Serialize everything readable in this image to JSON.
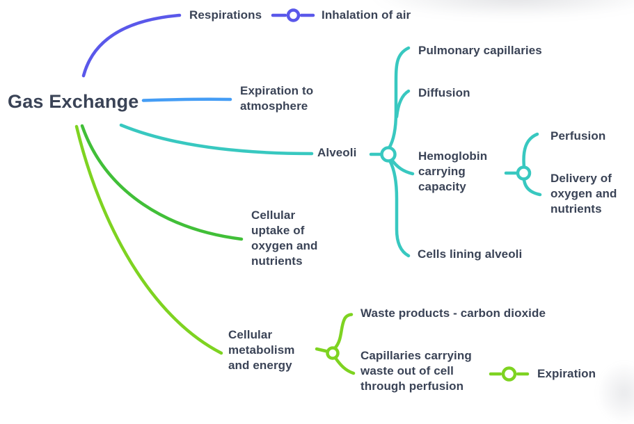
{
  "colors": {
    "text": "#3a4356",
    "background": "#ffffff",
    "purple": "#5a58ea",
    "blue": "#459df5",
    "teal": "#38c8c0",
    "green": "#41bf38",
    "lime": "#7ed321"
  },
  "mindmap": {
    "root": "Gas Exchange",
    "branches": [
      {
        "label": "Respirations",
        "color": "#5a58ea",
        "children": [
          {
            "label": "Inhalation of air"
          }
        ]
      },
      {
        "label": "Expiration to atmosphere",
        "color": "#459df5",
        "children": []
      },
      {
        "label": "Alveoli",
        "color": "#38c8c0",
        "children": [
          {
            "label": "Pulmonary capillaries"
          },
          {
            "label": "Diffusion"
          },
          {
            "label": "Hemoglobin carrying capacity",
            "children": [
              {
                "label": "Perfusion"
              },
              {
                "label": "Delivery of oxygen and nutrients"
              }
            ]
          },
          {
            "label": "Cells lining alveoli"
          }
        ]
      },
      {
        "label": "Cellular uptake of oxygen and nutrients",
        "color": "#41bf38",
        "children": []
      },
      {
        "label": "Cellular metabolism and energy",
        "color": "#7ed321",
        "children": [
          {
            "label": "Waste products - carbon dioxide"
          },
          {
            "label": "Capillaries carrying waste out of cell through perfusion",
            "children": [
              {
                "label": "Expiration"
              }
            ]
          }
        ]
      }
    ]
  }
}
